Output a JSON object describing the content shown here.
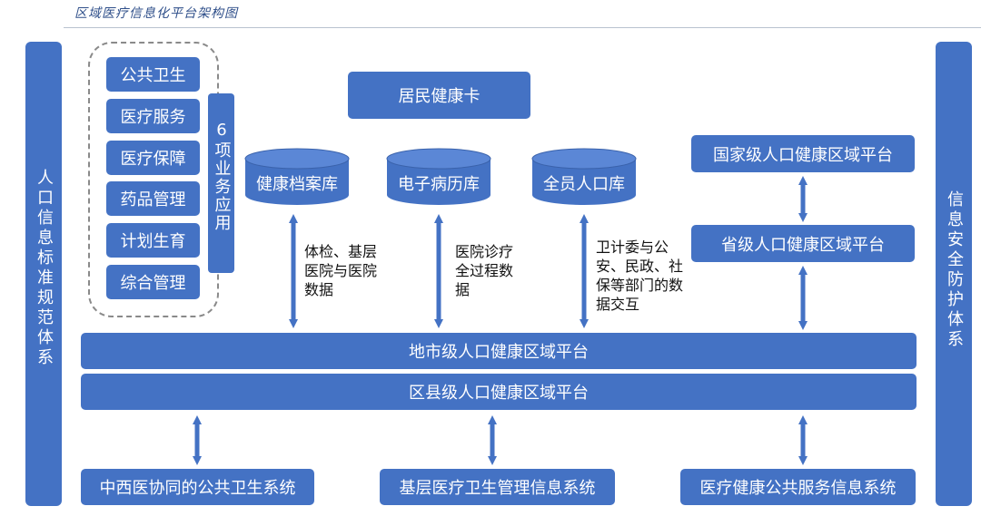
{
  "title": "区域医疗信息化平台架构图",
  "left_bar": "人口信息标准规范体系",
  "right_bar": "信息安全防护体系",
  "services": [
    "公共卫生",
    "医疗服务",
    "医疗保障",
    "药品管理",
    "计划生育",
    "综合管理"
  ],
  "services_label": "6项业务应用",
  "resident_card": "居民健康卡",
  "databases": [
    "健康档案库",
    "电子病历库",
    "全员人口库"
  ],
  "notes": [
    "体检、基层医院与医院数据",
    "医院诊疗全过程数据",
    "卫计委与公安、民政、社保等部门的数据交互"
  ],
  "national_platform": "国家级人口健康区域平台",
  "provincial_platform": "省级人口健康区域平台",
  "city_platform": "地市级人口健康区域平台",
  "county_platform": "区县级人口健康区域平台",
  "bottom_systems": [
    "中西医协同的公共卫生系统",
    "基层医疗卫生管理信息系统",
    "医疗健康公共服务信息系统"
  ],
  "colors": {
    "box": "#4472c4",
    "cylinder_top": "#5b87d6",
    "text": "#ffffff"
  }
}
